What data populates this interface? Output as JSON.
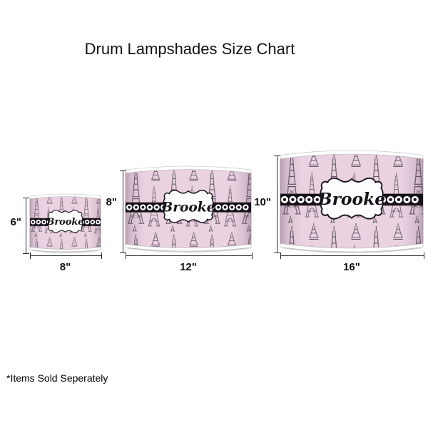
{
  "title": "Drum Lampshades Size Chart",
  "footnote": "*Items Sold Seperately",
  "personalization_name": "Brooke",
  "pattern_name": "paris-eiffel-tower-pink",
  "colors": {
    "background": "#ffffff",
    "shade_pink": "#ebd2e1",
    "band_black": "#17121a",
    "tower_gray": "#453c4a",
    "rim_white": "#ffffff",
    "dimension_line": "#2b2b2b"
  },
  "shades": [
    {
      "name": "small-drum-lampshade",
      "height_label": "6\"",
      "width_label": "8\"",
      "label": "Brooke"
    },
    {
      "name": "medium-drum-lampshade",
      "height_label": "8\"",
      "width_label": "12\"",
      "label": "Brooke"
    },
    {
      "name": "large-drum-lampshade",
      "height_label": "10\"",
      "width_label": "16\"",
      "label": "Brooke"
    }
  ]
}
